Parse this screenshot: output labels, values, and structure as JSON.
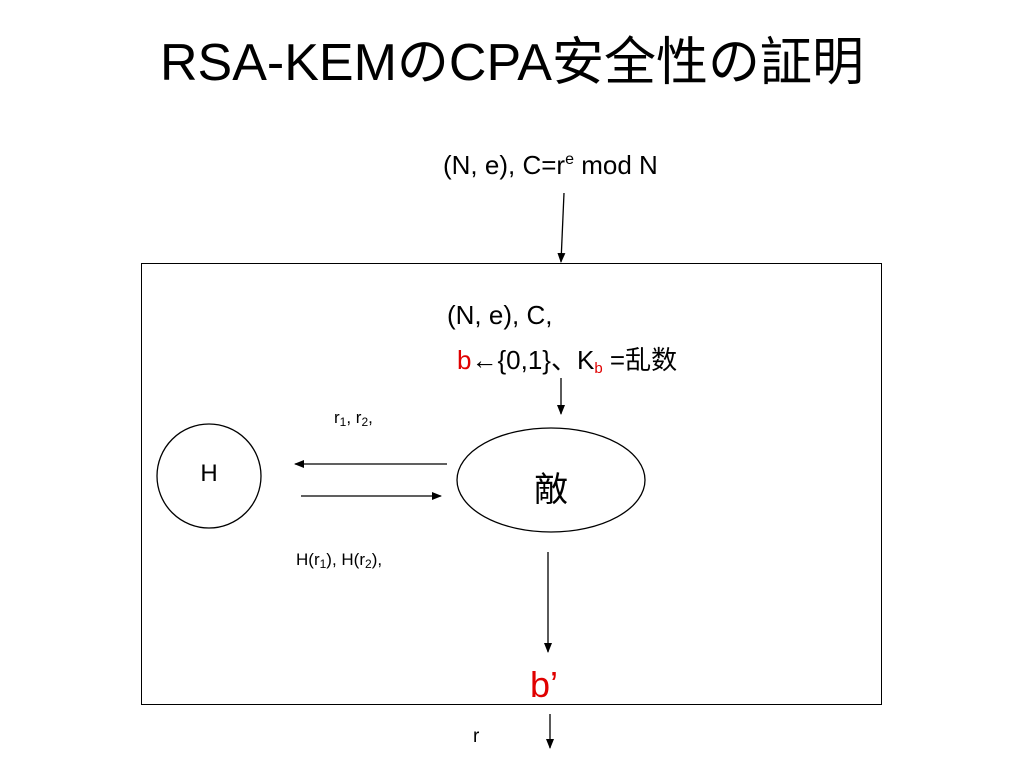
{
  "title": "RSA-KEMのCPA安全性の証明",
  "input": {
    "prefix": "(N, e), C=r",
    "exponent": "e",
    "suffix": " mod N"
  },
  "challenge": {
    "line1": "(N, e), C,",
    "bit": "b",
    "line2_rest": "←{0,1}、K",
    "key_sub": "b",
    "line2_tail": " =乱数"
  },
  "queries": {
    "r": "r",
    "sub1": "1",
    "sep": ", r",
    "sub2": "2",
    "tail": ","
  },
  "answers": {
    "p1": "H(r",
    "sub1": "1",
    "p2": "), H(r",
    "sub2": "2",
    "p3": "),"
  },
  "oracle_label": "H",
  "adversary_label": "敵",
  "output_label": "b’",
  "bottom_label": "r",
  "colors": {
    "highlight": "#e00000",
    "line": "#000000"
  }
}
